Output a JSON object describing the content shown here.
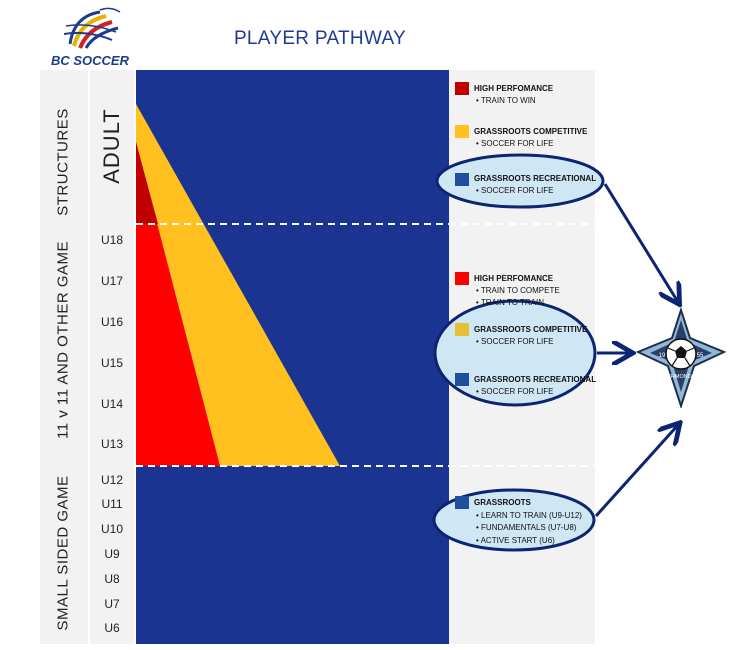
{
  "logo": {
    "text": "BC SOCCER"
  },
  "title": "PLAYER PATHWAY",
  "sections": {
    "structures": "STRUCTURES",
    "eleven": "11 v 11 AND OTHER GAME",
    "small": "SMALL SIDED GAME"
  },
  "adult": "ADULT",
  "ages": [
    "U18",
    "U17",
    "U16",
    "U15",
    "U14",
    "U13",
    "U12",
    "U11",
    "U10",
    "U9",
    "U8",
    "U7",
    "U6"
  ],
  "legend_adult": {
    "high_title": "HIGH PERFOMANCE",
    "high_bullet": "• TRAIN TO WIN",
    "comp_title": "GRASSROOTS COMPETITIVE",
    "comp_bullet": "• SOCCER FOR LIFE",
    "rec_title": "GRASSROOTS RECREATIONAL",
    "rec_bullet": "• SOCCER FOR LIFE"
  },
  "legend_youth": {
    "high_title": "HIGH PERFOMANCE",
    "high_bullet1": "• TRAIN TO COMPETE",
    "high_bullet2": "• TRAIN TO TRAIN",
    "comp_title": "GRASSROOTS COMPETITIVE",
    "comp_bullet": "• SOCCER FOR LIFE",
    "rec_title": "GRASSROOTS RECREATIONAL",
    "rec_bullet": "• SOCCER FOR LIFE"
  },
  "legend_small": {
    "title": "GRASSROOTS",
    "b1": "• LEARN TO TRAIN (U9-U12)",
    "b2": "• FUNDAMENTALS (U7-U8)",
    "b3": "• ACTIVE START (U6)"
  },
  "badge": {
    "year_left": "19",
    "year_right": "55",
    "name": "RICHMOND FC"
  },
  "colors": {
    "navy": "#1b3492",
    "red": "#ff0000",
    "dark_red": "#c00000",
    "gold": "#ffc020",
    "legend_blue": "#1f4e9c",
    "ellipse_fill": "#cfe6f5"
  }
}
